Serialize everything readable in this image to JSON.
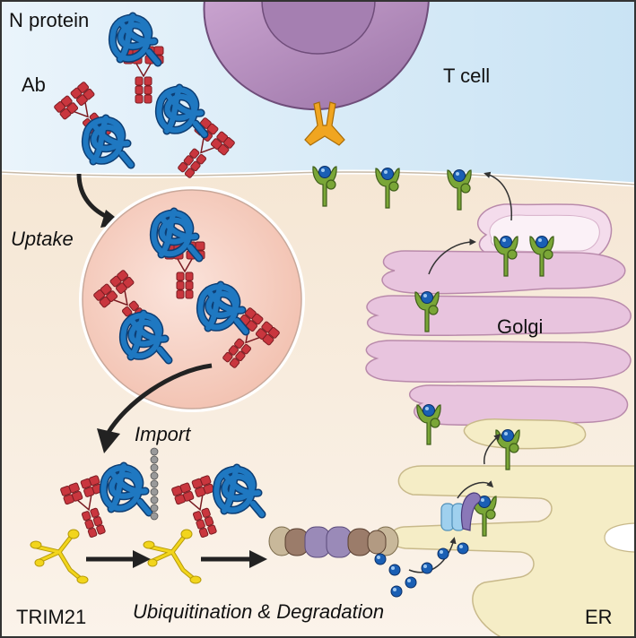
{
  "labels": {
    "n_protein": "N protein",
    "ab": "Ab",
    "t_cell": "T cell",
    "uptake": "Uptake",
    "golgi": "Golgi",
    "import": "Import",
    "trim21": "TRIM21",
    "ubiquitination": "Ubiquitination & Degradation",
    "er": "ER"
  },
  "colors": {
    "extracellular": "#d6ebf7",
    "cytoplasm": "#f6e8d6",
    "t_cell": "#b18ab9",
    "n_protein": "#1f78c1",
    "antibody": "#c9363e",
    "trim21": "#f2d51c",
    "mhc": "#7aa637",
    "peptide": "#1a5fb4",
    "golgi": "#e8c4de",
    "er": "#f5edc6",
    "tcr": "#f0a520",
    "proteasome": "#9a8ab8"
  },
  "icons": [
    "n-protein-icon",
    "antibody-icon",
    "mhc-icon",
    "peptide-icon",
    "tcr-icon",
    "trim21-icon",
    "ubiquitin-chain-icon",
    "proteasome-icon",
    "tap-transporter-icon"
  ]
}
